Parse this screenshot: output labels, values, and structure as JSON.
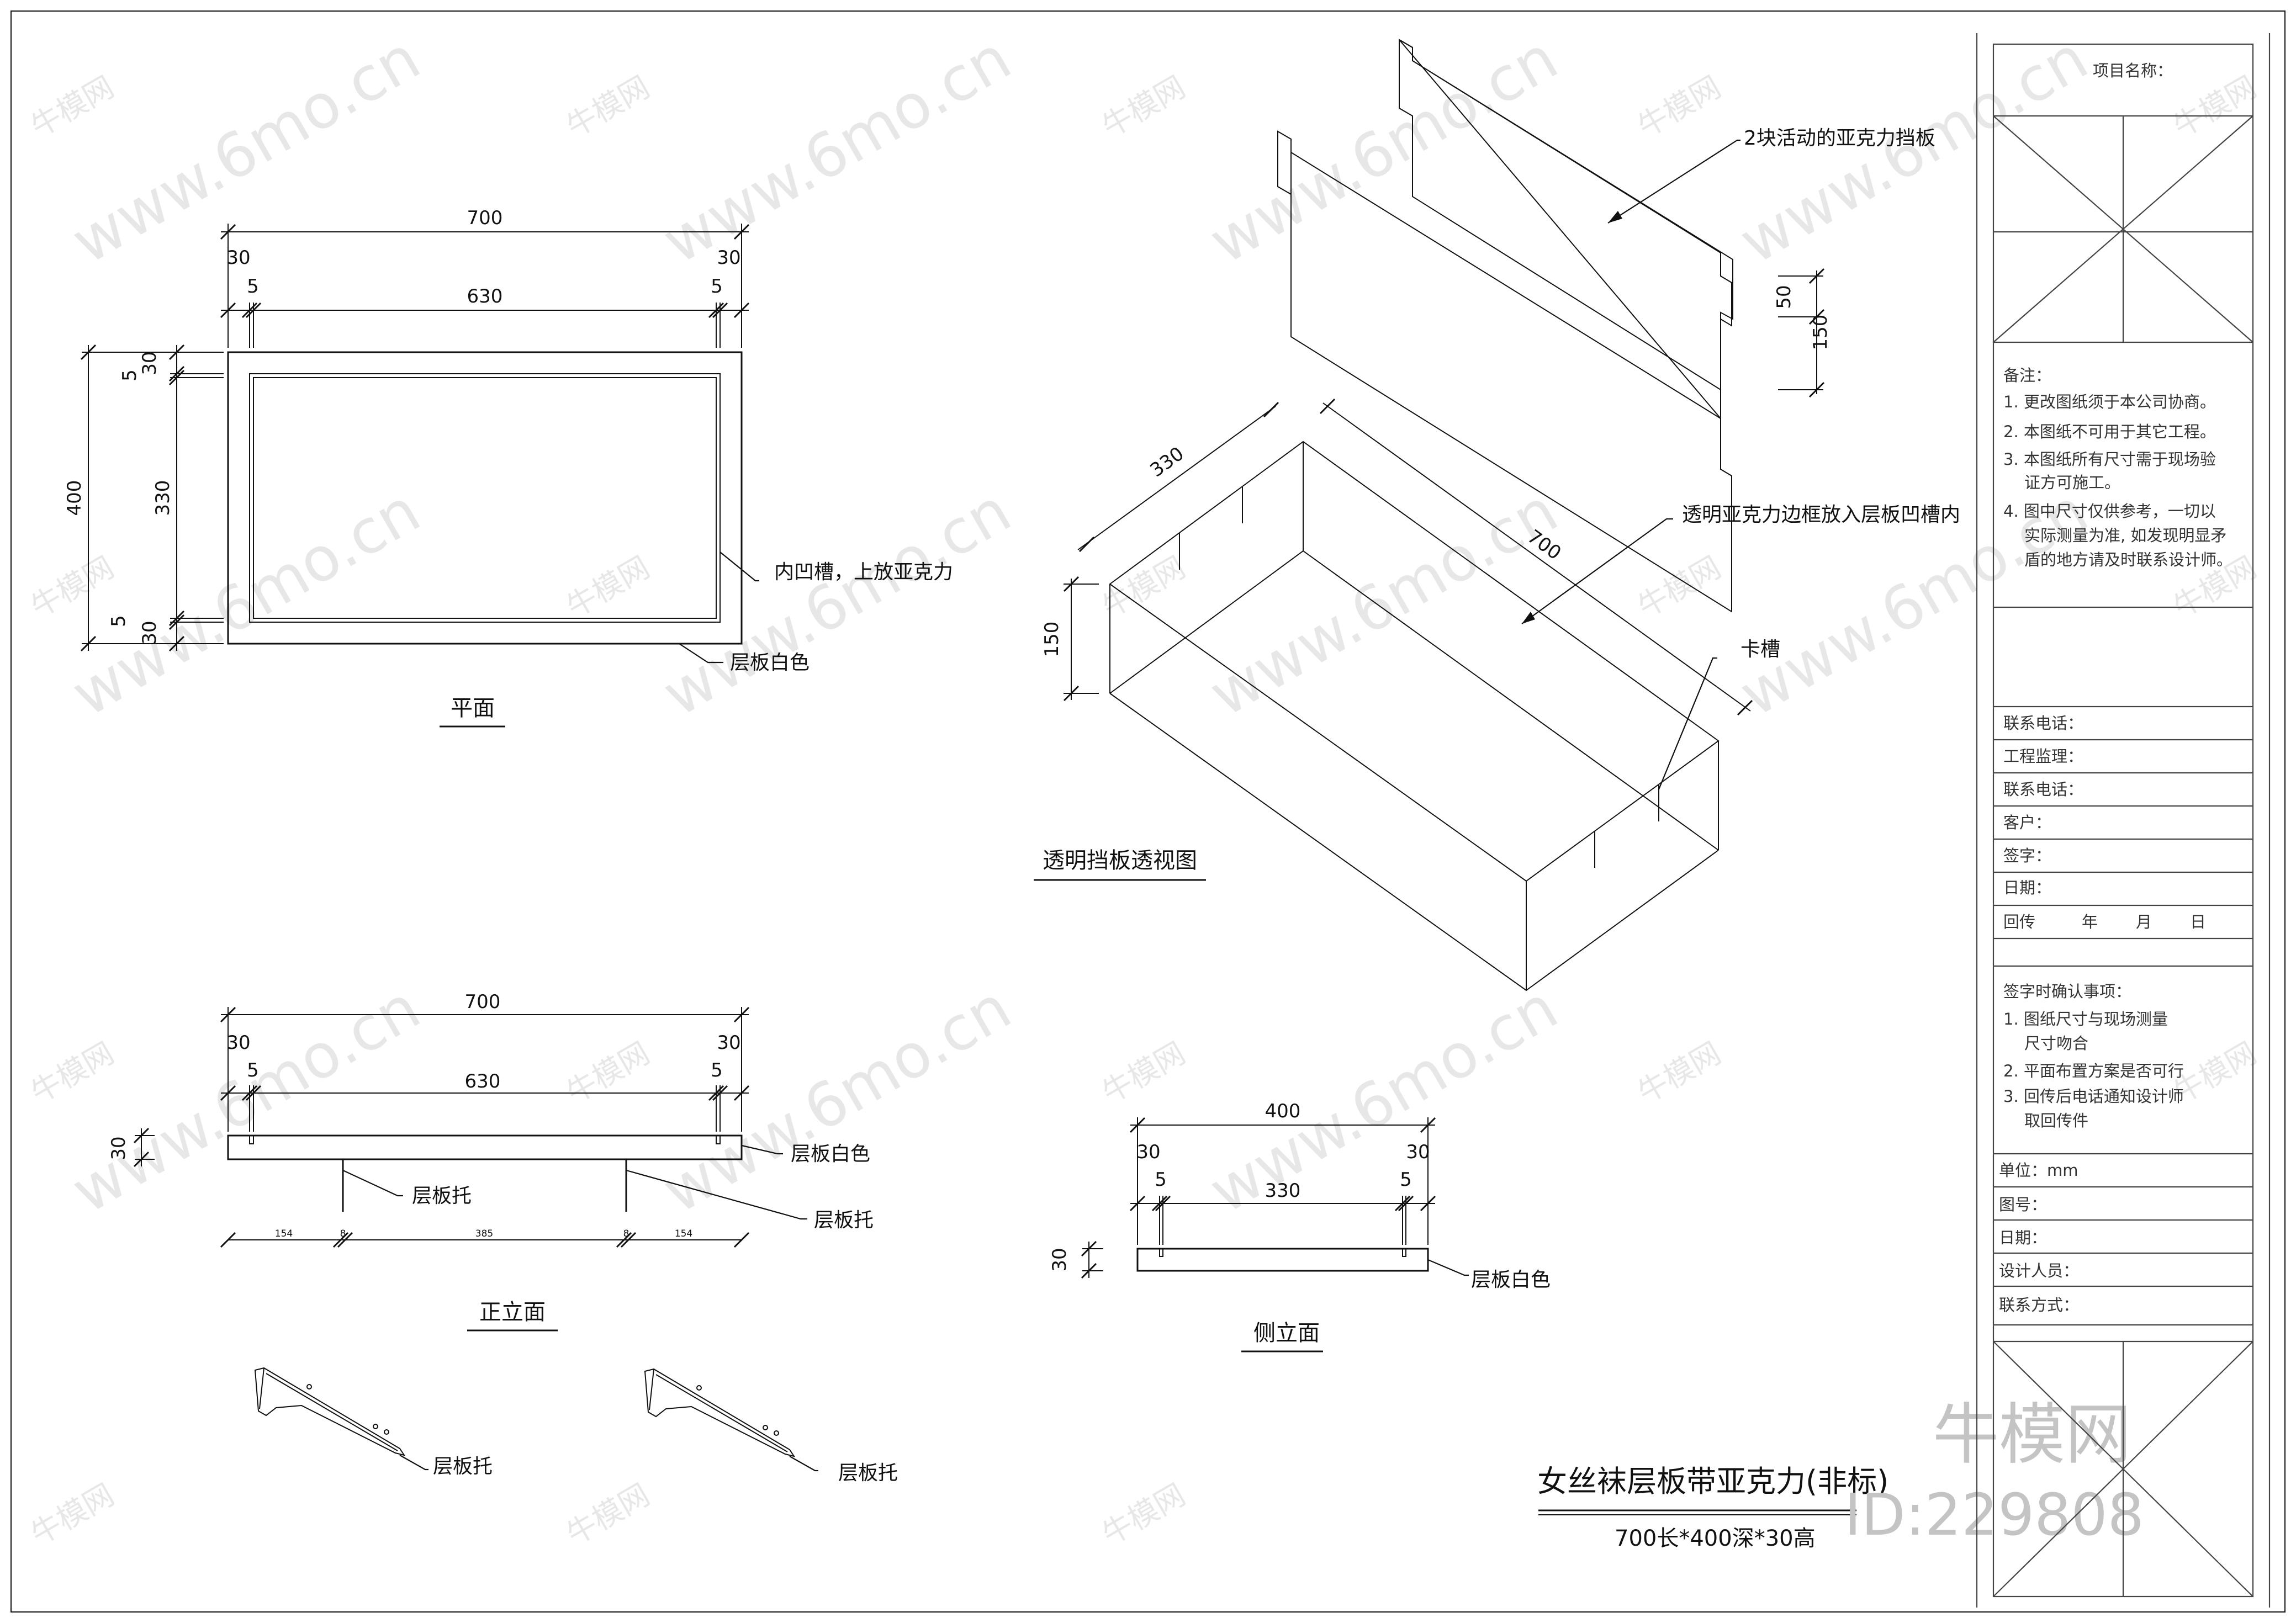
{
  "watermark": {
    "site": "www.6mo.cn",
    "brand": "牛模网",
    "id": "ID:229808"
  },
  "plan": {
    "title": "平面",
    "dims": {
      "w700": "700",
      "w30": "30",
      "w630": "630",
      "w5": "5",
      "h400": "400",
      "h330": "330",
      "h30": "30",
      "h5": "5"
    },
    "labels": {
      "groove": "内凹槽，上放亚克力",
      "board": "层板白色"
    }
  },
  "front": {
    "title": "正立面",
    "dims": {
      "w700": "700",
      "w30": "30",
      "w630": "630",
      "w5": "5",
      "h30": "30",
      "s154": "154",
      "s8": "8",
      "s385": "385"
    },
    "labels": {
      "board": "层板白色",
      "bracket": "层板托"
    }
  },
  "side": {
    "title": "侧立面",
    "dims": {
      "w400": "400",
      "w30": "30",
      "w330": "330",
      "w5": "5",
      "h30": "30"
    },
    "labels": {
      "board": "层板白色"
    }
  },
  "persp": {
    "title": "透明挡板透视图",
    "dims": {
      "d330": "330",
      "d700": "700",
      "h150": "150",
      "p50": "50",
      "p150": "150"
    },
    "labels": {
      "panels": "2块活动的亚克力挡板",
      "frame": "透明亚克力边框放入层板凹槽内",
      "slot": "卡槽"
    }
  },
  "brackets": {
    "label": "层板托"
  },
  "main_title": "女丝袜层板带亚克力(非标)",
  "main_subtitle": "700长*400深*30高",
  "title_block": {
    "project": "项目名称：",
    "notes_title": "备注：",
    "notes": [
      "1. 更改图纸须于本公司协商。",
      "2. 本图纸不可用于其它工程。",
      "3. 本图纸所有尺寸需于现场验",
      "证方可施工。",
      "4. 图中尺寸仅供参考，一切以",
      "实际测量为准, 如发现明显矛",
      "盾的地方请及时联系设计师。"
    ],
    "contact_phone": "联系电话：",
    "supervisor": "工程监理：",
    "contact_phone2": "联系电话：",
    "client": "客户：",
    "signature": "签字：",
    "date": "日期：",
    "fax_return": "回传",
    "year": "年",
    "month": "月",
    "day": "日",
    "confirm_title": "签字时确认事项：",
    "confirm": [
      "1. 图纸尺寸与现场测量",
      "尺寸吻合",
      "2. 平面布置方案是否可行",
      "3. 回传后电话通知设计师",
      "取回传件"
    ],
    "unit": "单位：mm",
    "drawing_no": "图号：",
    "date2": "日期：",
    "designer": "设计人员：",
    "contact": "联系方式："
  }
}
